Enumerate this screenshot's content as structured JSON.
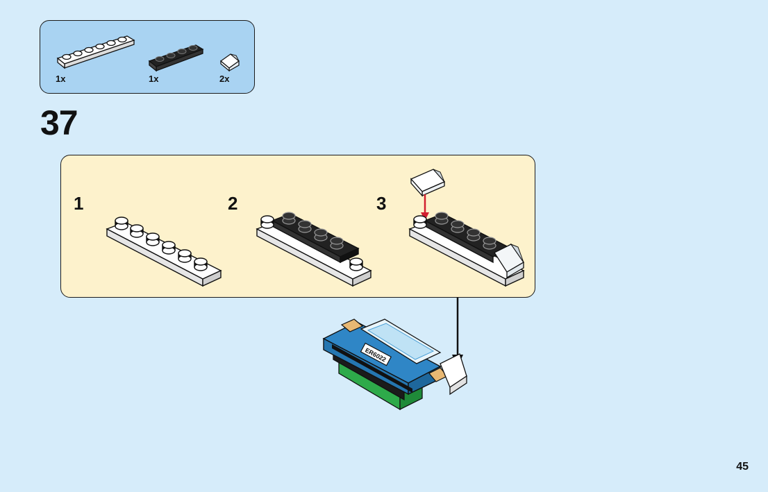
{
  "parts_list": {
    "items": [
      {
        "icon": "white-plate-1x6-icon",
        "quantity": "1x"
      },
      {
        "icon": "black-plate-1x4-icon",
        "quantity": "1x"
      },
      {
        "icon": "transparent-slope-icon",
        "quantity": "2x"
      }
    ]
  },
  "step": {
    "number": "37"
  },
  "sub_steps": [
    {
      "number": "1"
    },
    {
      "number": "2"
    },
    {
      "number": "3"
    }
  ],
  "model": {
    "label": "ER6022"
  },
  "page": {
    "number": "45"
  },
  "colors": {
    "background": "#d6ecfa",
    "parts_box": "#a9d3f2",
    "substep_box": "#fdf2cc",
    "arrow_red": "#d11f2f"
  }
}
